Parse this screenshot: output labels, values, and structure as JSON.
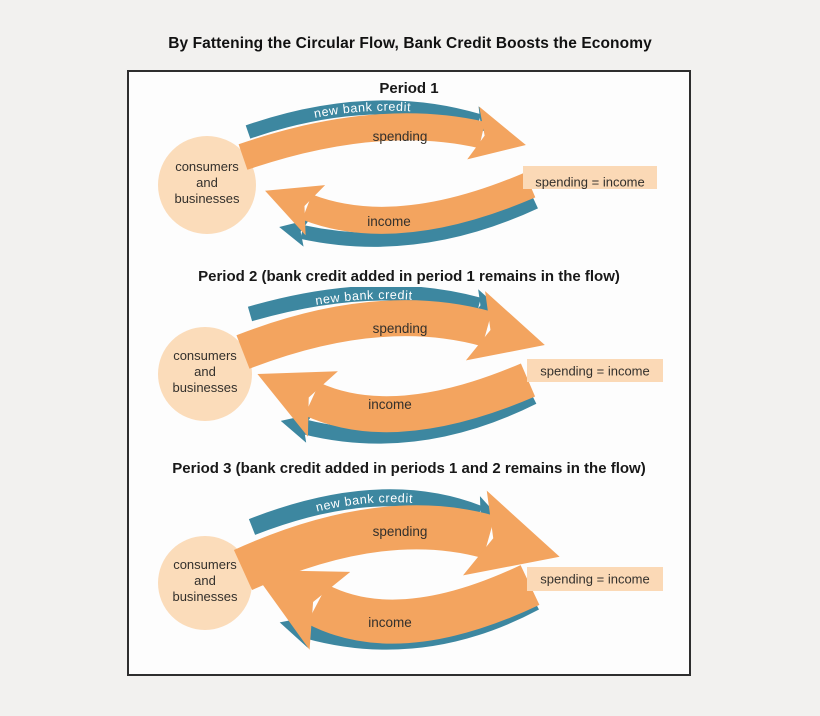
{
  "title": "By Fattening the Circular Flow, Bank Credit Boosts the Economy",
  "periods": [
    {
      "heading": "Period 1"
    },
    {
      "heading": "Period 2 (bank credit added in period 1 remains in the flow)"
    },
    {
      "heading": "Period 3 (bank credit added in periods 1 and 2 remains in the flow)"
    }
  ],
  "node_label": [
    "consumers",
    "and",
    "businesses"
  ],
  "labels": {
    "new_bank_credit": "new bank credit",
    "spending": "spending",
    "income": "income",
    "equality": "spending = income"
  },
  "colors": {
    "teal": "#3d87a0",
    "orange": "#f3a45f",
    "node_fill": "#fbdcba",
    "equality_fill": "#fbd9b6",
    "background": "#f2f1ef",
    "frame_border": "#2e2e2e",
    "text_dark": "#33302c"
  }
}
